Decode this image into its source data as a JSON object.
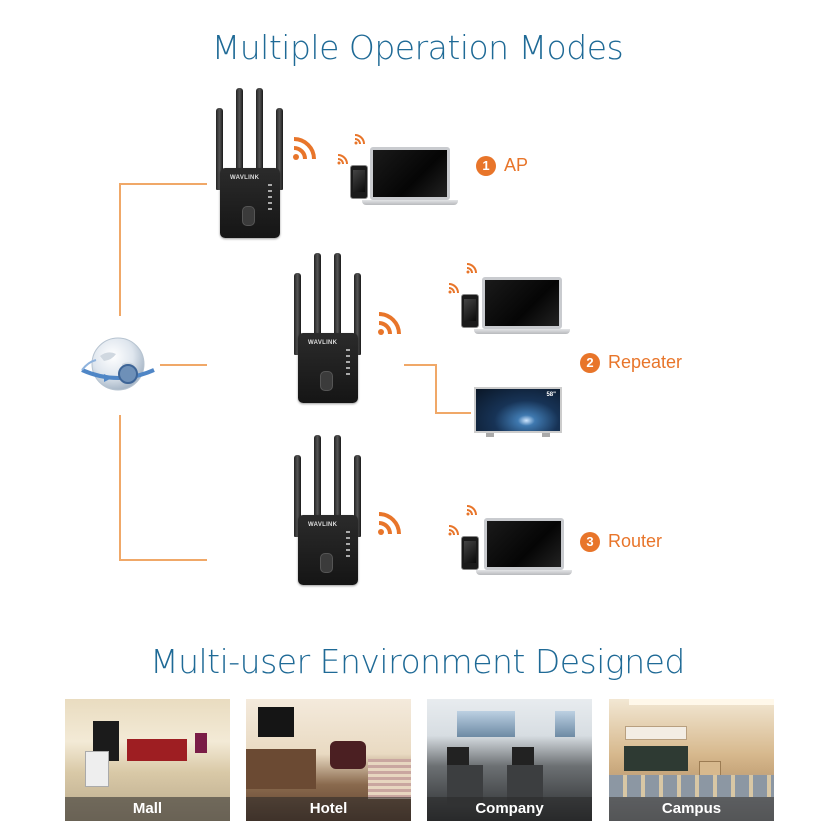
{
  "headings": {
    "operation_modes": "Multiple Operation Modes",
    "multi_user": "Multi-user Environment Designed"
  },
  "device": {
    "brand": "WAVLINK"
  },
  "modes": [
    {
      "number": "1",
      "label": "AP"
    },
    {
      "number": "2",
      "label": "Repeater"
    },
    {
      "number": "3",
      "label": "Router"
    }
  ],
  "tv": {
    "size_badge": "58\""
  },
  "environments": [
    {
      "label": "Mall"
    },
    {
      "label": "Hotel"
    },
    {
      "label": "Company"
    },
    {
      "label": "Campus"
    }
  ],
  "colors": {
    "heading": "#1f6a96",
    "accent_orange": "#e8752a",
    "connector_line": "#f0a868"
  },
  "icons": {
    "wifi": "wifi-signal-icon",
    "globe": "internet-globe-icon"
  }
}
